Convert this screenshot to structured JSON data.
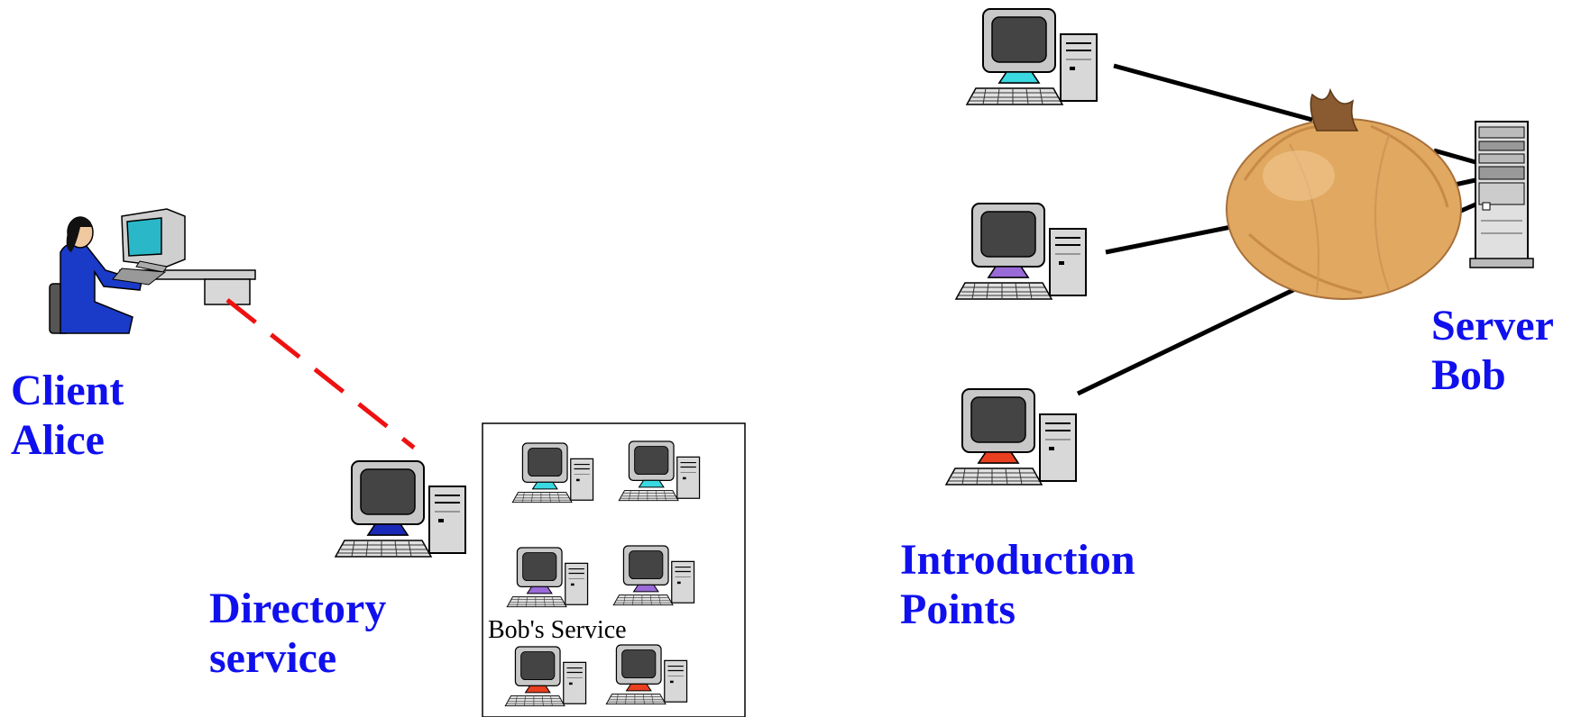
{
  "labels": {
    "client": [
      "Client",
      "Alice"
    ],
    "directory": [
      "Directory",
      "service"
    ],
    "introduction": [
      "Introduction",
      "Points"
    ],
    "server": [
      "Server",
      "Bob"
    ],
    "bobs_service": "Bob's Service"
  },
  "colors": {
    "label_text": "#1010ee",
    "dashed_link": "#ee1111",
    "solid_link": "#000000",
    "directory_stand": "#1a2ab8",
    "intro_stand_1": "#3ad8e0",
    "intro_stand_2": "#9a6ad8",
    "intro_stand_3": "#e84020",
    "onion": "#e0a860"
  }
}
